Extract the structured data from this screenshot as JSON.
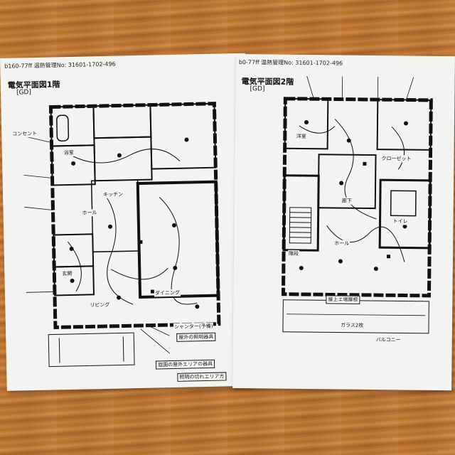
{
  "photo": {
    "left_sheet": {
      "header": "b160-77ff 温熱管理No: 31601-1702-496",
      "title": "電気平面図1階",
      "subtitle": "[GD]",
      "labels": [
        "コンセント",
        "ホール",
        "リビング",
        "ダイニング",
        "キッチン",
        "シャンター(予備)",
        "浴室",
        "玄関",
        "屋外の照明器具",
        "庭園の屋外エリアの器具",
        "照明の切れエリア方"
      ]
    },
    "right_sheet": {
      "header": "b0-77ff 温熱管理No: 31601-1702-496",
      "title": "電気平面図2階",
      "subtitle": "[GD]",
      "labels": [
        "廊下",
        "洋室",
        "クローゼット",
        "階段",
        "トイレ",
        "ホール",
        "ガラス2枚",
        "屋上エ場屋根",
        "バルコニー"
      ]
    },
    "colors": {
      "table": "#c47a38",
      "paper": "#f3f3f1",
      "ink": "#111111"
    }
  }
}
